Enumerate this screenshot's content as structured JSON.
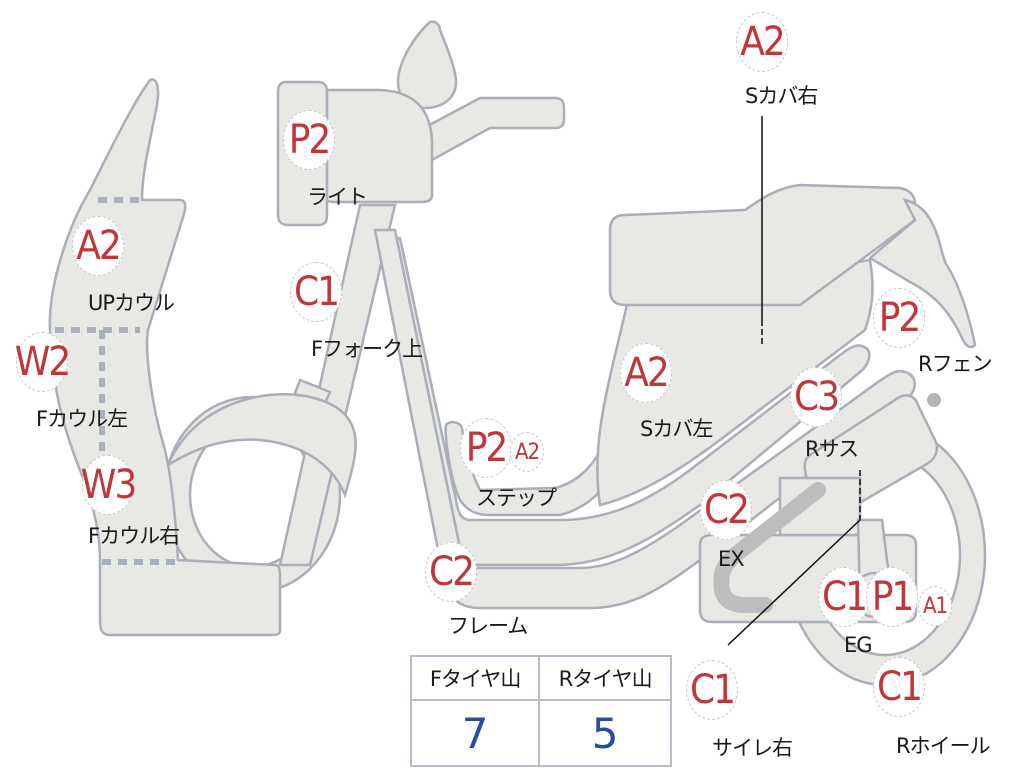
{
  "diagram": {
    "colors": {
      "part_fill": "#e8e8e4",
      "part_stroke": "#a9aeb8",
      "rank_text": "#c0363a",
      "value_text": "#2b4aa0"
    },
    "parts": [
      {
        "id": "up-cowl",
        "rank": "A2",
        "label": "UPカウル"
      },
      {
        "id": "f-cowl-left",
        "rank": "W2",
        "label": "Fカウル左"
      },
      {
        "id": "f-cowl-right",
        "rank": "W3",
        "label": "Fカウル右"
      },
      {
        "id": "light",
        "rank": "P2",
        "label": "ライト"
      },
      {
        "id": "f-fork-upper",
        "rank": "C1",
        "label": "Fフォーク上"
      },
      {
        "id": "s-cover-right",
        "rank": "A2",
        "label": "Sカバ右"
      },
      {
        "id": "s-cover-left",
        "rank": "A2",
        "label": "Sカバ左"
      },
      {
        "id": "step",
        "rank": "P2",
        "rank_secondary": "A2",
        "label": "ステップ"
      },
      {
        "id": "frame",
        "rank": "C2",
        "label": "フレーム"
      },
      {
        "id": "r-fender",
        "rank": "P2",
        "label": "Rフェン"
      },
      {
        "id": "r-suspension",
        "rank": "C3",
        "label": "Rサス"
      },
      {
        "id": "exhaust",
        "rank": "C2",
        "label": "EX"
      },
      {
        "id": "engine",
        "rank": "C1",
        "rank_secondary": "P1",
        "rank_tertiary": "A1",
        "label": "EG"
      },
      {
        "id": "silencer-right",
        "rank": "C1",
        "label": "サイレ右"
      },
      {
        "id": "r-wheel",
        "rank": "C1",
        "label": "Rホイール"
      }
    ]
  },
  "tire_table": {
    "headers": [
      "Fタイヤ山",
      "Rタイヤ山"
    ],
    "values": [
      "7",
      "5"
    ]
  }
}
